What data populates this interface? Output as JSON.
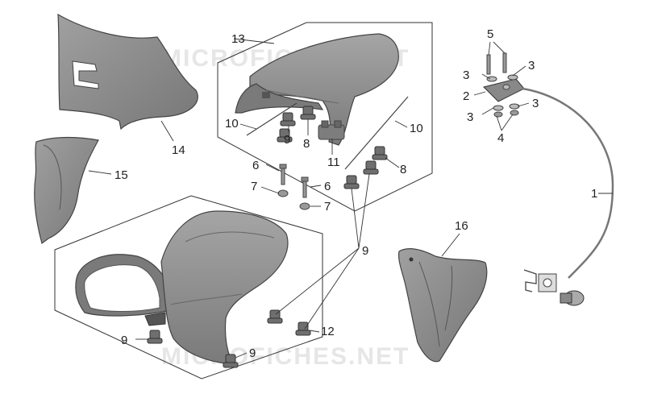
{
  "diagram": {
    "watermark": "MICROFICHES.NET",
    "colors": {
      "part_fill": "#8a8a8a",
      "part_dark": "#6a6a6a",
      "part_light": "#b0b0b0",
      "line": "#333333"
    },
    "labels": {
      "l1": "1",
      "l2": "2",
      "l3a": "3",
      "l3b": "3",
      "l3c": "3",
      "l3d": "3",
      "l4": "4",
      "l5": "5",
      "l6a": "6",
      "l6b": "6",
      "l7a": "7",
      "l7b": "7",
      "l8a": "8",
      "l8b": "8",
      "l9a": "9",
      "l9b": "9",
      "l9c": "9",
      "l9d": "9",
      "l10a": "10",
      "l10b": "10",
      "l11": "11",
      "l12": "12",
      "l13": "13",
      "l14": "14",
      "l15": "15",
      "l16": "16"
    }
  }
}
